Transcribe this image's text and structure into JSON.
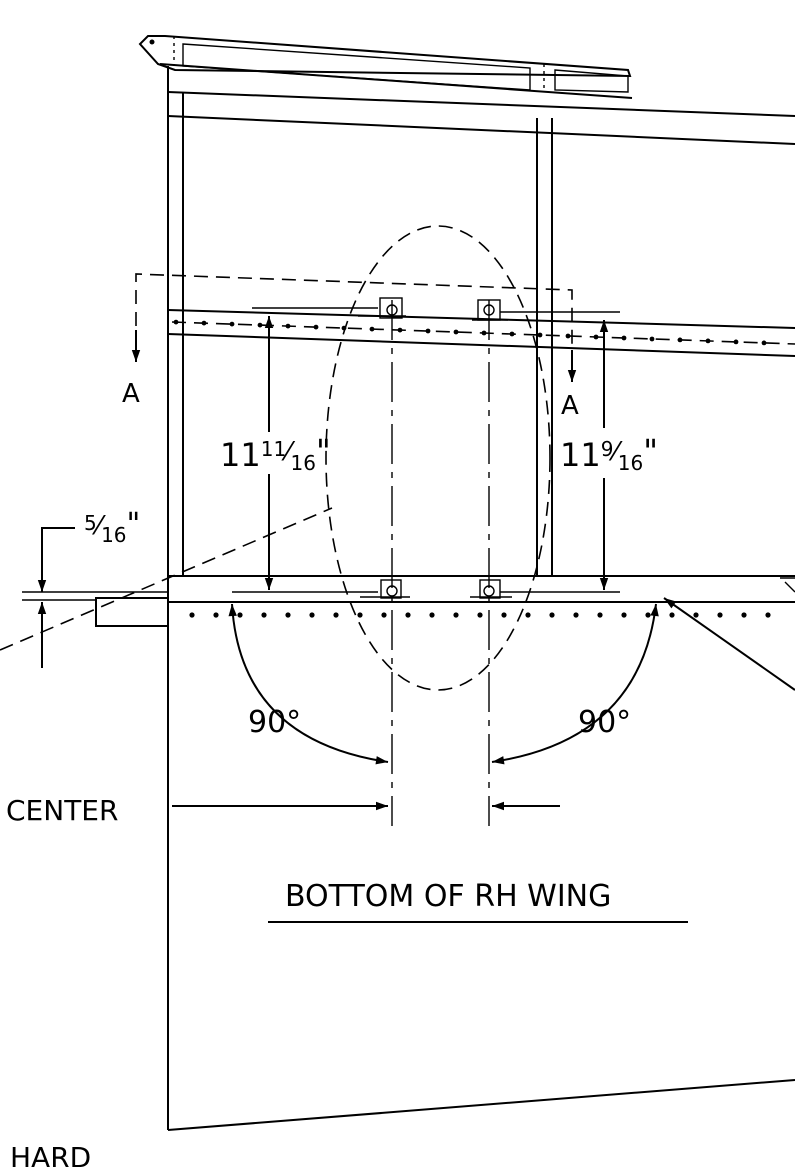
{
  "title": "BOTTOM OF RH WING",
  "section_labels": {
    "left": "A",
    "right": "A"
  },
  "dimensions": {
    "left_height": {
      "whole": "11",
      "num": "11",
      "den": "16",
      "inch": "\""
    },
    "right_height": {
      "whole": "11",
      "num": "9",
      "den": "16",
      "inch": "\""
    },
    "offset": {
      "num": "5",
      "den": "16",
      "inch": "\""
    }
  },
  "angles": {
    "left": "90°",
    "right": "90°"
  },
  "labels": {
    "center": "CENTER",
    "hard": "HARD"
  },
  "colors": {
    "ink": "#000000",
    "paper": "#ffffff"
  }
}
